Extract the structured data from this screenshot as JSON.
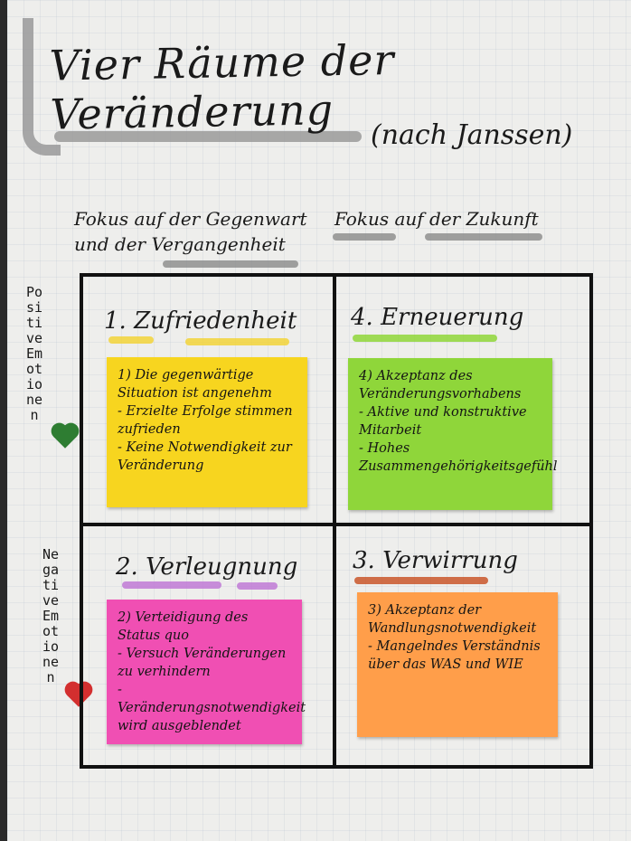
{
  "title": "Vier Räume der Veränderung",
  "subtitle": "(nach Janssen)",
  "columns": [
    "Fokus auf der Gegenwart und der Vergangenheit",
    "Fokus auf der Zukunft"
  ],
  "rows": {
    "positive": "Positive Emotionen",
    "negative": "Negative Emotionen"
  },
  "quadrants": [
    {
      "title": "1. Zufriedenheit",
      "mark_color": "#f2d43a",
      "note_color": "#f7d51f",
      "items": [
        "1) Die gegenwärtige Situation ist angenehm",
        "- Erzielte Erfolge stimmen zufrieden",
        "- Keine Notwendigkeit zur Veränderung"
      ]
    },
    {
      "title": "4. Erneuerung",
      "mark_color": "#8fd63a",
      "note_color": "#8fd63a",
      "items": [
        "4) Akzeptanz des Veränderungsvorhabens",
        "- Aktive und konstruktive Mitarbeit",
        "- Hohes Zusammengehörigkeitsgefühl"
      ]
    },
    {
      "title": "2. Verleugnung",
      "mark_color": "#c07ad6",
      "note_color": "#f04fb3",
      "items": [
        "2) Verteidigung des Status quo",
        "- Versuch Veränderungen zu verhindern",
        "- Veränderungsnotwendigkeit wird ausgeblendet"
      ]
    },
    {
      "title": "3. Verwirrung",
      "mark_color": "#c9562a",
      "note_color": "#ff9e4a",
      "items": [
        "3) Akzeptanz der Wandlungsnotwendigkeit",
        "- Mangelndes Verständnis über das WAS und WIE"
      ]
    }
  ],
  "hearts": {
    "positive": "#2e7d32",
    "negative": "#d32f2f"
  }
}
